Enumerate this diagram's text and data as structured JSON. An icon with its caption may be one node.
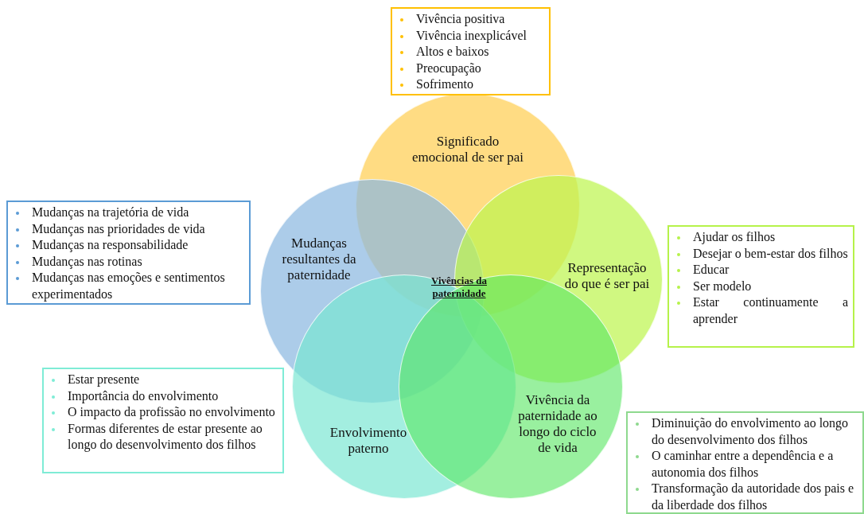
{
  "diagram": {
    "nodes": [
      {
        "text": [
          "Vivência positiva",
          "Vivência inexplicável",
          "Altos e baixos",
          "Preocupação",
          "Sofrimento"
        ]
      },
      {
        "text": [
          "Significado emocional de ser pai"
        ]
      },
      {
        "text": [
          "Mudanças na trajetória de vida",
          "Mudanças nas prioridades de vida",
          "Mudanças na responsabilidade",
          "Mudanças nas rotinas",
          "Mudanças nas emoções e sentimentos experimentados"
        ]
      },
      {
        "text": [
          "Mudanças resultantes da paternidade"
        ]
      },
      {
        "text": [
          "Representação do que é ser pai"
        ]
      },
      {
        "text": [
          "Ajudar os filhos",
          "Desejar o bem-estar dos filhos",
          "Educar",
          "Ser modelo",
          "Estar continuamente a aprender"
        ]
      },
      {
        "text": [
          "Estar presente",
          "Importância do envolvimento",
          "O impacto da profissão no envolvimento",
          "Formas diferentes de estar presente ao longo do desenvolvimento dos filhos"
        ]
      },
      {
        "text": [
          "Envolvimento paterno"
        ]
      },
      {
        "text": [
          "Vivência da paternidade ao longo do ciclo de vida"
        ]
      },
      {
        "text": [
          "Diminuição do envolvimento ao longo do desenvolvimento dos filhos",
          "O caminhar entre a dependência e a autonomia dos filhos",
          "Transformação da autoridade dos pais e da liberdade dos filhos"
        ]
      }
    ],
    "labels": [
      "Vivências da paternidade"
    ]
  }
}
